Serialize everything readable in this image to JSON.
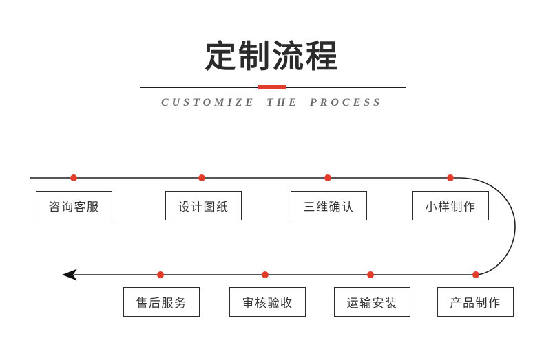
{
  "header": {
    "title": "定制流程",
    "subtitle": "CUSTOMIZE THE PROCESS"
  },
  "flow": {
    "top_row": [
      "咨询客服",
      "设计图纸",
      "三维确认",
      "小样制作"
    ],
    "bottom_row": [
      "售后服务",
      "审核验收",
      "运输安装",
      "产品制作"
    ]
  },
  "colors": {
    "accent_red": "#e23c2b",
    "line_black": "#1f1f1f",
    "box_border": "#2b2b2b",
    "text_dark": "#333333",
    "subtitle_gray": "#6a6a6a"
  }
}
